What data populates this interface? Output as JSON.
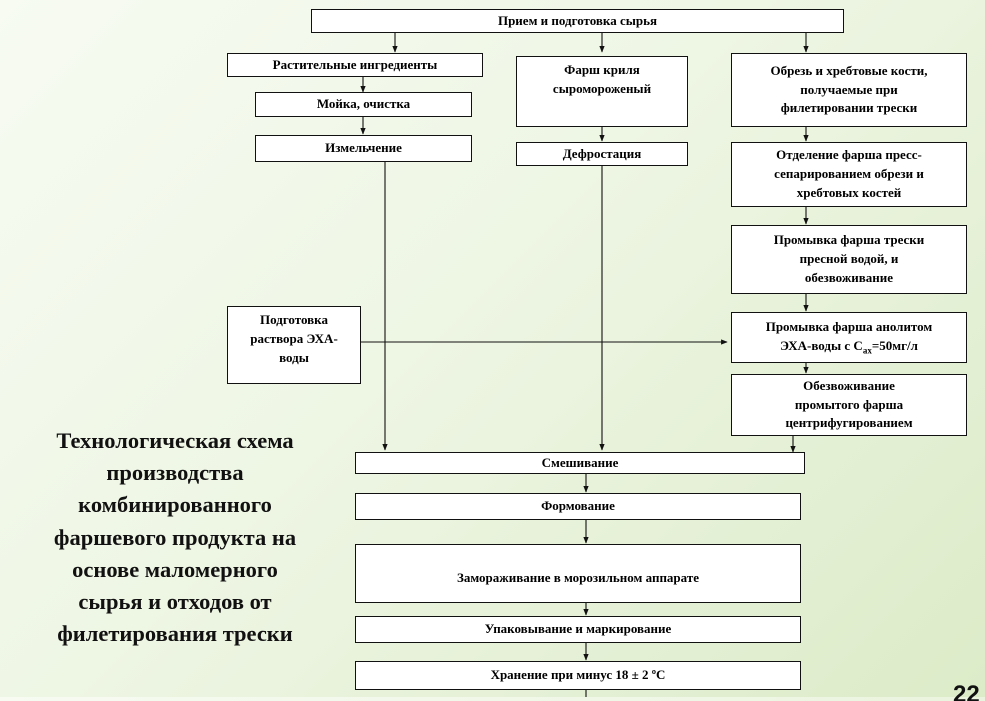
{
  "diagram": {
    "title": "Технологическая схема\nпроизводства\nкомбинированного\nфаршевого продукта на\nоснове маломерного\nсырья и отходов от\nфилетирования трески",
    "page_number": "22",
    "steps": {
      "receive": "Прием и подготовка сырья",
      "plant": "Растительные ингредиенты",
      "wash": "Мойка, очистка",
      "grind": "Измельчение",
      "krill": "Фарш криля\nсыромороженый",
      "defrost": "Дефростация",
      "trim": "Обрезь и хребтовые кости,\nполучаемые при\nфилетировании трески",
      "separate": "Отделение фарша пресс-\nсепарированием обрези и\nхребтовых костей",
      "rinse": "Промывка фарша трески\nпресной водой, и\nобезвоживание",
      "eha_prep": "Подготовка\nраствора ЭХА-\nводы",
      "anolyte_line1": "Промывка фарша анолитом",
      "anolyte_line2_prefix": "ЭХА-воды с С",
      "anolyte_sub": "ах",
      "anolyte_line2_suffix": "=50мг/л",
      "dewater": "Обезвоживание\nпромытого фарша\nцентрифугированием",
      "mix": "Смешивание",
      "form": "Формование",
      "freeze": "Замораживание в морозильном аппарате",
      "pack": "Упаковывание и маркирование",
      "store": "Хранение при минус 18 ± 2 ºС"
    }
  }
}
